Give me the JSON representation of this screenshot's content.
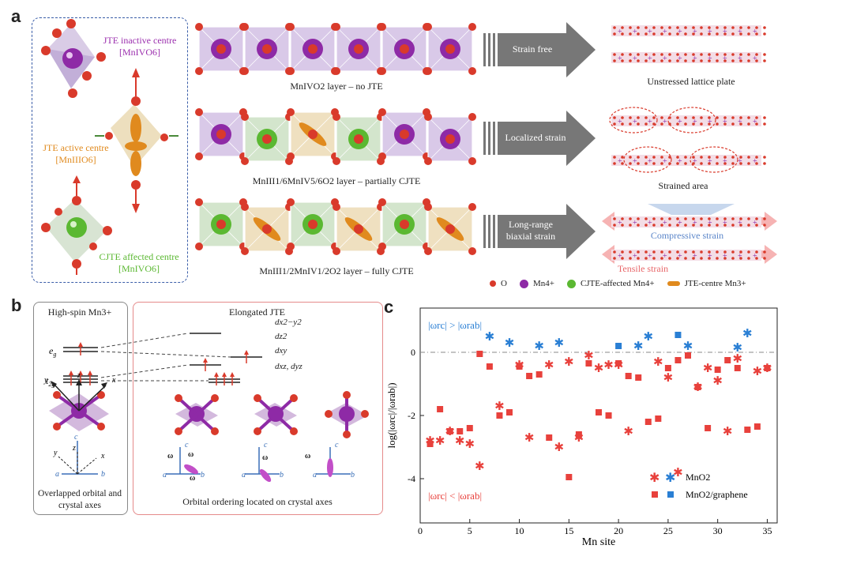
{
  "panels": {
    "a": {
      "letter": "a",
      "centres": [
        {
          "label1": "JTE inactive centre",
          "label2": "[MnIVO6]",
          "color": "#9b2fae"
        },
        {
          "label1": "JTE active centre",
          "label2": "[MnIIIO6]",
          "color": "#e08a1e"
        },
        {
          "label1": "CJTE affected centre",
          "label2": "[MnIVO6]",
          "color": "#5bb832"
        }
      ],
      "layers": [
        {
          "caption": "MnIVO2 layer – no JTE",
          "arrow": "Strain free",
          "result": "Unstressed lattice plate"
        },
        {
          "caption": "MnIII1/6MnIV5/6O2 layer – partially CJTE",
          "arrow": "Localized strain",
          "result": "Strained area"
        },
        {
          "caption": "MnIII1/2MnIV1/2O2 layer – fully CJTE",
          "arrow": "Long-range biaxial strain",
          "result_compressive": "Compressive strain",
          "result_tensile": "Tensile strain"
        }
      ],
      "legend": [
        "O",
        "Mn4+",
        "CJTE-affected Mn4+",
        "JTE-centre Mn3+"
      ]
    },
    "b": {
      "letter": "b",
      "left_title": "High-spin Mn3+",
      "eg": "eg",
      "t2g": "t2g",
      "left_caption": "Overlapped orbital and crystal axes",
      "right_title": "Elongated JTE",
      "orbitals": [
        "dx2−y2",
        "dz2",
        "dxy",
        "dxz, dyz"
      ],
      "right_caption": "Orbital ordering located on crystal axes"
    },
    "c": {
      "letter": "c"
    }
  },
  "colors": {
    "oxygen": "#d93a2b",
    "mn4": "#8e2aa6",
    "cjte": "#5bb832",
    "jte": "#e08a1e",
    "red_series": "#e8413c",
    "blue_series": "#2a7fd4"
  },
  "chart_data": {
    "type": "scatter",
    "xlabel": "Mn site",
    "ylabel": "log(|ωrc|/|ωrab|)",
    "xlim": [
      0,
      36
    ],
    "ylim": [
      -5.4,
      1.4
    ],
    "xticks": [
      0,
      5,
      10,
      15,
      20,
      25,
      30,
      35
    ],
    "yticks": [
      -4,
      -2,
      0
    ],
    "annotation_top": "|ωrc| > |ωrab|",
    "annotation_bottom": "|ωrc| < |ωrab|",
    "legend": [
      {
        "name": "MnO2",
        "marker": "star"
      },
      {
        "name": "MnO2/graphene",
        "marker": "square"
      }
    ],
    "series": [
      {
        "name": "MnO2",
        "color": "red",
        "marker": "star",
        "points": [
          [
            1,
            -2.8
          ],
          [
            2,
            -2.8
          ],
          [
            3,
            -2.5
          ],
          [
            4,
            -2.8
          ],
          [
            5,
            -2.9
          ],
          [
            6,
            -3.6
          ],
          [
            8,
            -1.7
          ],
          [
            10,
            -0.4
          ],
          [
            11,
            -2.7
          ],
          [
            13,
            -0.4
          ],
          [
            14,
            -3.0
          ],
          [
            15,
            -0.3
          ],
          [
            16,
            -2.7
          ],
          [
            17,
            -0.1
          ],
          [
            18,
            -0.5
          ],
          [
            19,
            -0.4
          ],
          [
            20,
            -0.4
          ],
          [
            21,
            -2.5
          ],
          [
            24,
            -0.3
          ],
          [
            25,
            -0.8
          ],
          [
            26,
            -3.8
          ],
          [
            28,
            -1.1
          ],
          [
            29,
            -0.5
          ],
          [
            30,
            -0.9
          ],
          [
            31,
            -2.5
          ],
          [
            32,
            -0.2
          ],
          [
            34,
            -0.6
          ],
          [
            35,
            -0.5
          ]
        ]
      },
      {
        "name": "MnO2",
        "color": "blue",
        "marker": "star",
        "points": [
          [
            7,
            0.5
          ],
          [
            9,
            0.3
          ],
          [
            12,
            0.2
          ],
          [
            14,
            0.3
          ],
          [
            22,
            0.2
          ],
          [
            23,
            0.5
          ],
          [
            27,
            0.2
          ],
          [
            32,
            0.15
          ],
          [
            33,
            0.6
          ]
        ]
      },
      {
        "name": "MnO2/graphene",
        "color": "red",
        "marker": "square",
        "points": [
          [
            1,
            -2.9
          ],
          [
            2,
            -1.8
          ],
          [
            3,
            -2.5
          ],
          [
            4,
            -2.5
          ],
          [
            5,
            -2.4
          ],
          [
            6,
            -0.05
          ],
          [
            7,
            -0.45
          ],
          [
            8,
            -2.0
          ],
          [
            9,
            -1.9
          ],
          [
            10,
            -0.45
          ],
          [
            11,
            -0.75
          ],
          [
            12,
            -0.7
          ],
          [
            13,
            -2.7
          ],
          [
            15,
            -3.95
          ],
          [
            16,
            -2.6
          ],
          [
            17,
            -0.35
          ],
          [
            18,
            -1.9
          ],
          [
            19,
            -2.0
          ],
          [
            20,
            -0.35
          ],
          [
            21,
            -0.75
          ],
          [
            22,
            -0.8
          ],
          [
            23,
            -2.2
          ],
          [
            24,
            -2.1
          ],
          [
            25,
            -0.5
          ],
          [
            26,
            -0.25
          ],
          [
            27,
            -0.1
          ],
          [
            28,
            -1.1
          ],
          [
            29,
            -2.4
          ],
          [
            30,
            -0.55
          ],
          [
            31,
            -0.25
          ],
          [
            32,
            -0.5
          ],
          [
            33,
            -2.45
          ],
          [
            34,
            -2.35
          ],
          [
            35,
            -0.5
          ]
        ]
      },
      {
        "name": "MnO2/graphene",
        "color": "blue",
        "marker": "square",
        "points": [
          [
            20,
            0.2
          ],
          [
            26,
            0.55
          ]
        ]
      }
    ]
  }
}
